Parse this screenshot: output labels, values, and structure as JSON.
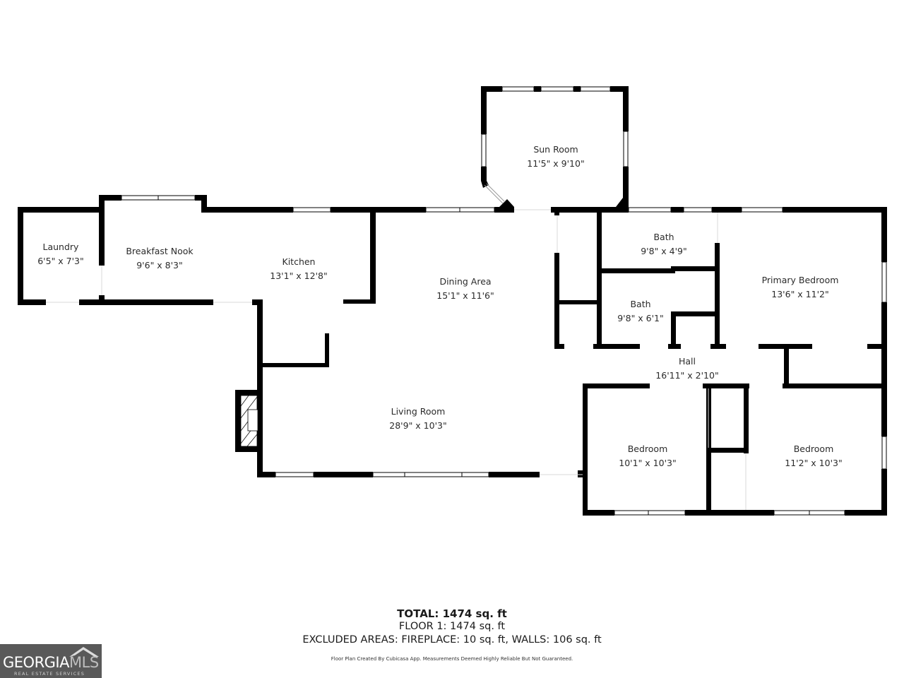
{
  "rooms": {
    "laundry": {
      "name": "Laundry",
      "size": "6'5\" x 7'3\""
    },
    "breakfast_nook": {
      "name": "Breakfast Nook",
      "size": "9'6\" x 8'3\""
    },
    "kitchen": {
      "name": "Kitchen",
      "size": "13'1\" x 12'8\""
    },
    "sun_room": {
      "name": "Sun Room",
      "size": "11'5\" x 9'10\""
    },
    "dining_area": {
      "name": "Dining Area",
      "size": "15'1\" x 11'6\""
    },
    "living_room": {
      "name": "Living Room",
      "size": "28'9\" x 10'3\""
    },
    "bath_upper": {
      "name": "Bath",
      "size": "9'8\" x 4'9\""
    },
    "bath_lower": {
      "name": "Bath",
      "size": "9'8\" x 6'1\""
    },
    "primary_bedroom": {
      "name": "Primary Bedroom",
      "size": "13'6\" x 11'2\""
    },
    "hall": {
      "name": "Hall",
      "size": "16'11\" x 2'10\""
    },
    "bedroom_left": {
      "name": "Bedroom",
      "size": "10'1\" x 10'3\""
    },
    "bedroom_right": {
      "name": "Bedroom",
      "size": "11'2\" x 10'3\""
    }
  },
  "summary": {
    "total": "TOTAL: 1474 sq. ft",
    "floor": "FLOOR 1: 1474 sq. ft",
    "excluded": "EXCLUDED AREAS: FIREPLACE: 10 sq. ft, WALLS: 106 sq. ft",
    "disclaimer": "Floor Plan Created By Cubicasa App. Measurements Deemed Highly Reliable But Not Guaranteed."
  },
  "logo": {
    "brand_main": "GEORGIA",
    "brand_accent": "MLS",
    "tagline": "REAL ESTATE SERVICES"
  },
  "colors": {
    "wall": "#000000",
    "background": "#ffffff",
    "logo_bg": "#595959"
  }
}
